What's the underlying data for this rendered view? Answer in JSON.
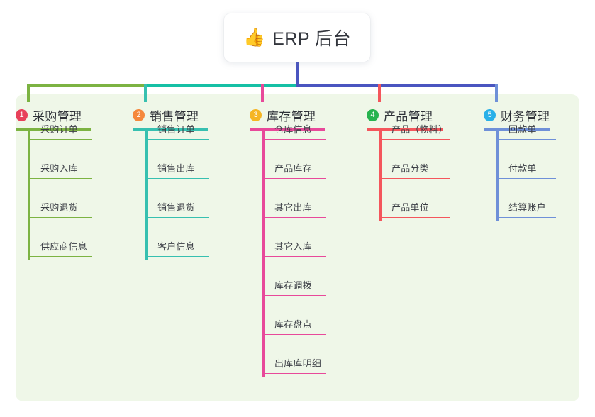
{
  "root": {
    "icon": "thumbs-up-icon",
    "emoji": "👍",
    "title": "ERP 后台"
  },
  "palette": {
    "panel_bg": "#eff7e8",
    "page_bg": "#ffffff",
    "root_stem": "#4a55c0",
    "bus_left": "#7cb342",
    "bus_mid": "#15c0a5",
    "bus_right": "#4a55c0",
    "text": "#33363d"
  },
  "columns": [
    {
      "number": "1",
      "title": "采购管理",
      "badge_color": "#e8415a",
      "line_color": "#7cb342",
      "items": [
        "采购订单",
        "采购入库",
        "采购退货",
        "供应商信息"
      ]
    },
    {
      "number": "2",
      "title": "销售管理",
      "badge_color": "#f5883c",
      "line_color": "#37c0b0",
      "items": [
        "销售订单",
        "销售出库",
        "销售退货",
        "客户信息"
      ]
    },
    {
      "number": "3",
      "title": "库存管理",
      "badge_color": "#f5b523",
      "line_color": "#e8499a",
      "items": [
        "仓库信息",
        "产品库存",
        "其它出库",
        "其它入库",
        "库存调拨",
        "库存盘点",
        "出库库明细"
      ]
    },
    {
      "number": "4",
      "title": "产品管理",
      "badge_color": "#27b34f",
      "line_color": "#f4565c",
      "items": [
        "产品（物料）",
        "产品分类",
        "产品单位"
      ]
    },
    {
      "number": "5",
      "title": "财务管理",
      "badge_color": "#29b0e8",
      "line_color": "#6f90d8",
      "items": [
        "回款单",
        "付款单",
        "结算账户"
      ]
    }
  ]
}
